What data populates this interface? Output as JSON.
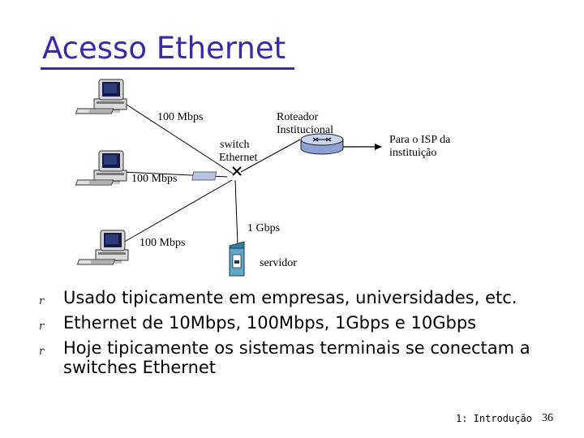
{
  "slide": {
    "title": "Acesso Ethernet"
  },
  "diagram": {
    "labels": {
      "link_pc1": "100 Mbps",
      "router_line1": "Roteador",
      "router_line2": "Institucional",
      "switch_line1": "switch",
      "switch_line2": "Ethernet",
      "isp_line1": "Para o ISP da",
      "isp_line2": "instituição",
      "link_pc2": "100 Mbps",
      "link_server": "1 Gbps",
      "link_pc3": "100 Mbps",
      "server": "servidor"
    },
    "icons": [
      "desktop-pc-icon",
      "router-icon",
      "ethernet-switch-icon",
      "server-tower-icon",
      "arrow-right-icon"
    ]
  },
  "bullets": [
    {
      "marker": "r",
      "text": "Usado tipicamente em empresas, universidades, etc."
    },
    {
      "marker": "r",
      "text": "Ethernet de 10Mbps, 100Mbps, 1Gbps e 10Gbps"
    },
    {
      "marker": "r",
      "text": "Hoje tipicamente os sistemas terminais se conectam a switches Ethernet"
    }
  ],
  "footer": {
    "section": "1: Introdução",
    "page_number": "36"
  },
  "colors": {
    "title": "#3a2aa8",
    "router_body": "#c9d4f0",
    "switch_body": "#b9c3e3",
    "pc_screen": "#1a1a4a",
    "server_body": "#5ea7c8"
  }
}
